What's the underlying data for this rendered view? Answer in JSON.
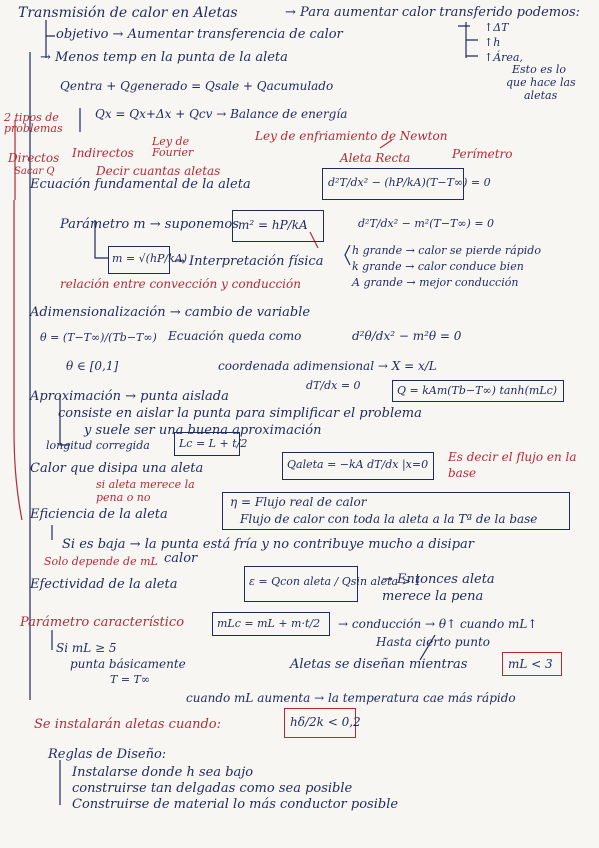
{
  "colors": {
    "ink": "#1f2a5e",
    "accent": "#b42a3a",
    "paper": "#f7f6f2"
  },
  "header": {
    "title": "Transmisión de calor en Aletas",
    "purpose": "→ Para aumentar calor transferido podemos:",
    "options": [
      "↑ΔT",
      "↑h",
      "↑Área,",
      "Esto es lo",
      "que hace las",
      "aletas"
    ]
  },
  "objective": {
    "line1": "objetivo → Aumentar transferencia de calor",
    "line2": "→ Menos temp en la punta de la aleta",
    "balance": "Qentra + Qgenerado = Qsale + Qacumulado"
  },
  "problems": {
    "title": "2 tipos de problemas",
    "eq": "Qx = Qx+Δx + Qcv → Balance de energía",
    "newton": "Ley de enfriamiento de Newton",
    "directos": "Directos",
    "directos_note": "Sacar Q",
    "indirectos": "Indirectos",
    "fourier": "Ley de Fourier",
    "decir": "Decir cuantas aletas"
  },
  "fundamental": {
    "label": "Ecuación fundamental de la aleta",
    "annot_aleta": "Aleta Recta",
    "annot_perimetro": "Perímetro",
    "equation": "d²T/dx² − (hP/kA)(T−T∞) = 0"
  },
  "parametro": {
    "label": "Parámetro m → suponemos",
    "m2": "m² = hP/kA",
    "eq": "d²T/dx² − m²(T−T∞) = 0",
    "m": "m = √(hP/kA)",
    "interp": "→ Interpretación física",
    "interp_items": [
      "h grande → calor se pierde rápido",
      "k grande → calor conduce bien",
      "A grande → mejor conducción"
    ],
    "relacion": "relación entre convección y conducción"
  },
  "adim": {
    "label": "Adimensionalización → cambio de variable",
    "theta": "θ = (T−T∞)/(Tb−T∞)",
    "ecuacion": "Ecuación queda como",
    "eq": "d²θ/dx² − m²θ = 0",
    "range": "θ ∈ [0,1]",
    "coord": "coordenada adimensional → X = x/L"
  },
  "aprox": {
    "label": "Aproximación → punta aislada",
    "bc": "dT/dx = 0",
    "q": "Q = kAm(Tb−T∞) tanh(mLc)",
    "line1": "consiste en aislar la punta para simplificar el problema",
    "line2": "y suele ser una buena aproximación",
    "lc_label": "longitud corregida",
    "lc": "Lc = L + t/2"
  },
  "calor": {
    "label": "Calor que disipa una aleta",
    "eq": "Qaleta = −kA dT/dx |x=0",
    "note": "Es decir el flujo en la base"
  },
  "eficiencia": {
    "label": "Eficiencia de la aleta",
    "note": "si aleta merece la pena o no",
    "eq_top": "η = Flujo real de calor",
    "eq_bottom": "Flujo de calor con toda la aleta a la Tª de la base",
    "baja": "Si es baja → la punta está fría y no contribuye mucho a disipar",
    "depende": "Solo depende de mL",
    "calor": "calor"
  },
  "efectividad": {
    "label": "Efectividad de la aleta",
    "eq": "ε = Qcon aleta / Qsin aleta > 1",
    "result": "→ Entonces aleta merece la pena"
  },
  "caracteristico": {
    "label": "Parámetro característico",
    "eq": "mLc = mL + m·t/2",
    "conduccion": "→ conducción → θ↑ cuando mL↑",
    "hasta": "Hasta cierto punto",
    "si": "Si mL ≥ 5",
    "punta": "punta básicamente",
    "tinf": "T = T∞",
    "disenan": "Aletas se diseñan mientras",
    "disenan_box": "mL < 3",
    "cuando": "cuando mL aumenta → la temperatura cae más rápido"
  },
  "instalar": {
    "label": "Se instalarán aletas cuando:",
    "eq": "hδ/2k < 0,2"
  },
  "reglas": {
    "title": "Reglas de Diseño:",
    "items": [
      "Instalarse donde h sea bajo",
      "construirse tan delgadas como sea posible",
      "Construirse de material lo más conductor posible"
    ]
  }
}
